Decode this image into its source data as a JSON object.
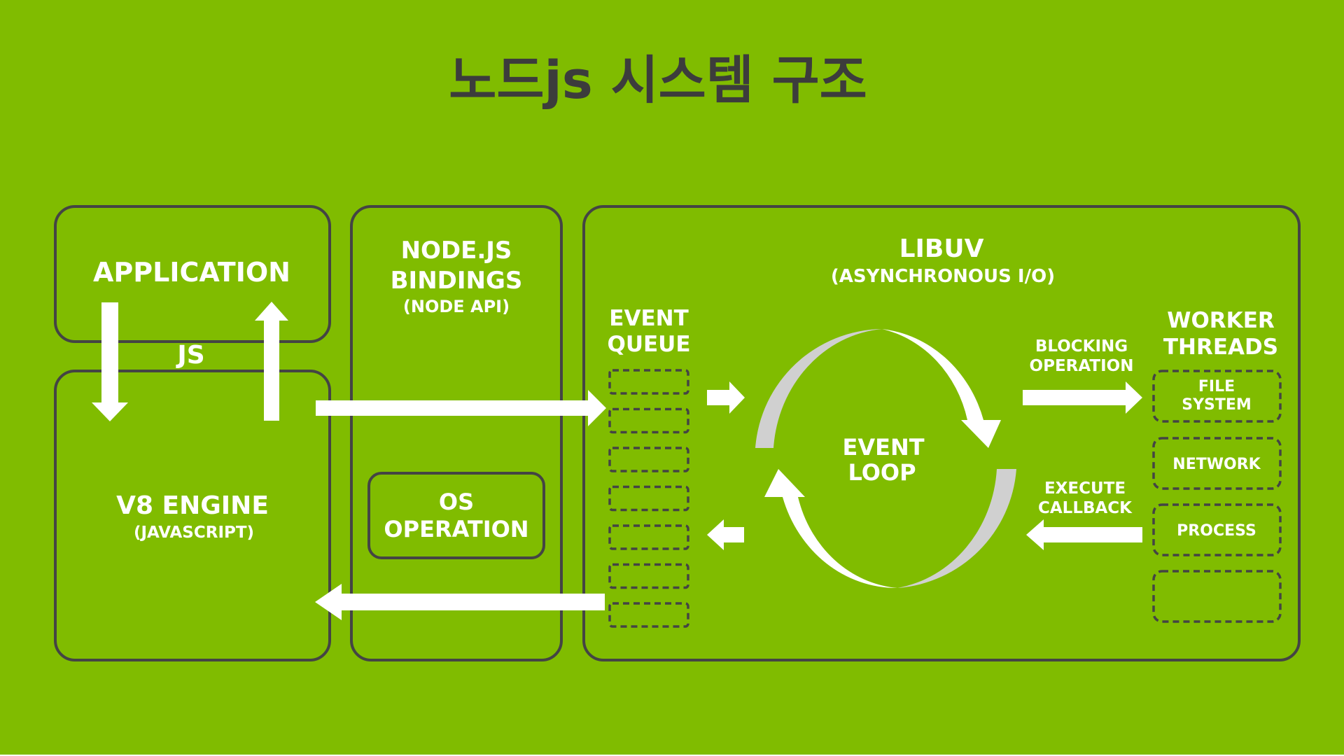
{
  "title": "노드js 시스템 구조",
  "colors": {
    "background": "#80BC00",
    "border": "#444444",
    "text": "#FFFFFF",
    "title": "#3C3C3C",
    "loop_shade": "#D0D0D0"
  },
  "application": {
    "label": "APPLICATION"
  },
  "js_label": "JS",
  "v8": {
    "label": "V8 ENGINE",
    "sub": "(JAVASCRIPT)"
  },
  "bindings": {
    "label_1": "NODE.JS",
    "label_2": "BINDINGS",
    "sub": "(NODE API)"
  },
  "os_operation": {
    "label_1": "OS",
    "label_2": "OPERATION"
  },
  "libuv": {
    "label": "LIBUV",
    "sub": "(ASYNCHRONOUS I/O)"
  },
  "event_queue": {
    "label_1": "EVENT",
    "label_2": "QUEUE",
    "slots": 7
  },
  "event_loop": {
    "label_1": "EVENT",
    "label_2": "LOOP"
  },
  "blocking": {
    "label_1": "BLOCKING",
    "label_2": "OPERATION"
  },
  "execute": {
    "label_1": "EXECUTE",
    "label_2": "CALLBACK"
  },
  "worker": {
    "label_1": "WORKER",
    "label_2": "THREADS",
    "items": [
      {
        "label_1": "FILE",
        "label_2": "SYSTEM"
      },
      {
        "label_1": "NETWORK",
        "label_2": ""
      },
      {
        "label_1": "PROCESS",
        "label_2": ""
      },
      {
        "label_1": "",
        "label_2": ""
      }
    ]
  }
}
